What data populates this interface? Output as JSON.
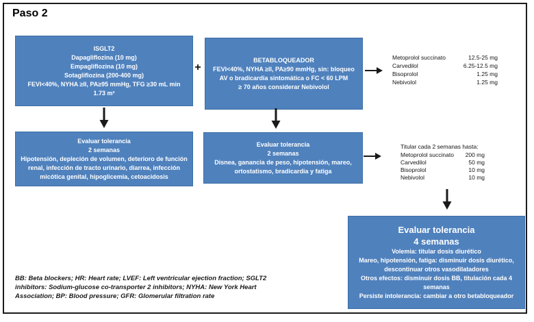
{
  "page": {
    "title": "Paso 2"
  },
  "operators": {
    "plus": "+"
  },
  "colors": {
    "box_fill": "#4f81bd",
    "box_border": "#3c6ea5",
    "text_on_box": "#ffffff",
    "arrow": "#1a1a1a"
  },
  "boxes": {
    "isglt2": {
      "title": "ISGLT2",
      "lines": [
        "Dapagliflozina (10 mg)",
        "Empagliflozina (10 mg)",
        "Sotagliflozina (200-400 mg)",
        "FEVI<40%, NYHA ≥II, PA≥95 mmHg, TFG ≥30 mL min",
        "1.73 m²"
      ]
    },
    "betabloqueador": {
      "title": "BETABLOQUEADOR",
      "lines": [
        "FEVI<40%, NYHA ≥II, PA≥90 mmHg, sin: bloqueo AV o bradicardia sintomática o FC < 60 LPM",
        "≥ 70 años considerar Nebivolol"
      ]
    },
    "tolerancia_isglt2": {
      "title": "Evaluar tolerancia",
      "subtitle": "2 semanas",
      "body": "Hipotensión, depleción de volumen, deterioro de función renal, infección de tracto urinario, diarrea, infección micótica genital, hipoglicemia, cetoacidosis"
    },
    "tolerancia_bb": {
      "title": "Evaluar tolerancia",
      "subtitle": "2 semanas",
      "body": "Disnea, ganancia de peso, hipotensión, mareo, ortostatismo, bradicardia y fatiga"
    },
    "tolerancia_4sem": {
      "title": "Evaluar tolerancia",
      "subtitle": "4 semanas",
      "lines": [
        "Volemia: titular dosis diurético",
        "Mareo, hipotensión, fatiga: disminuir dosis diurético, descontinuar otros vasodilatadores",
        "Otros efectos: disminuir dosis BB, titulación cada 4 semanas",
        "Persiste intolerancia: cambiar a otro betabloqueador"
      ]
    }
  },
  "lists": {
    "bb_start": {
      "rows": [
        {
          "name": "Metoprolol succinato",
          "dose": "12.5-25 mg"
        },
        {
          "name": "Carvedilol",
          "dose": "6.25-12.5 mg"
        },
        {
          "name": "Bisoprolol",
          "dose": "1.25 mg"
        },
        {
          "name": "Nebivolol",
          "dose": "1.25 mg"
        }
      ]
    },
    "bb_titration": {
      "title": "Titular cada 2 semanas hasta:",
      "rows": [
        {
          "name": "Metoprolol succinato",
          "dose": "200 mg"
        },
        {
          "name": "Carvedilol",
          "dose": "50 mg"
        },
        {
          "name": "Bisoprolol",
          "dose": "10 mg"
        },
        {
          "name": "Nebivolol",
          "dose": "10 mg"
        }
      ]
    }
  },
  "footnote": {
    "text": "BB: Beta blockers; HR: Heart rate; LVEF: Left ventricular ejection fraction; SGLT2 inhibitors: Sodium-glucose co-transporter 2 inhibitors; NYHA: New York Heart Association; BP: Blood pressure; GFR: Glomerular filtration rate"
  }
}
